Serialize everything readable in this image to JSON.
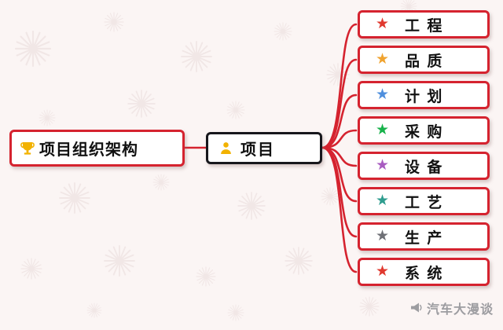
{
  "icons": {
    "star": "★"
  },
  "root_node": {
    "label": "项目组织架构",
    "icon": "trophy-icon"
  },
  "center_node": {
    "label": "项目",
    "icon": "person-yellow-icon"
  },
  "branches": [
    {
      "label": "工 程",
      "star_color": "#e0392f"
    },
    {
      "label": "品 质",
      "star_color": "#f0a32f"
    },
    {
      "label": "计 划",
      "star_color": "#4f8fdd"
    },
    {
      "label": "采 购",
      "star_color": "#18b24b"
    },
    {
      "label": "设 备",
      "star_color": "#a85cc0"
    },
    {
      "label": "工 艺",
      "star_color": "#2f9d8f"
    },
    {
      "label": "生 产",
      "star_color": "#6f7076"
    },
    {
      "label": "系 统",
      "star_color": "#e0392f"
    }
  ],
  "watermark": {
    "label": "汽车大漫谈"
  },
  "colors": {
    "border_red": "#d5232f",
    "line_red": "#d5232f",
    "center_border": "#17171c",
    "background": "#fbf5f4",
    "text": "#111111",
    "watermark_gray": "#9d9da1",
    "trophy_yellow": "#f2b200",
    "pattern_gray": "#e9dcdc"
  }
}
